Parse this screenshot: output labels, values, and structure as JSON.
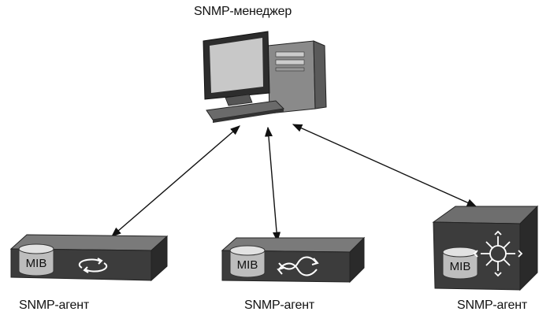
{
  "manager": {
    "label": "SNMP-менеджер"
  },
  "agents": [
    {
      "label": "SNMP-агент",
      "mib_label": "MIB",
      "device_icon": "cycle-arrows-icon"
    },
    {
      "label": "SNMP-агент",
      "mib_label": "MIB",
      "device_icon": "interlocked-arrows-icon"
    },
    {
      "label": "SNMP-агент",
      "mib_label": "MIB",
      "device_icon": "router-arrows-icon"
    }
  ],
  "colors": {
    "device_dark": "#3c3c3c",
    "device_top": "#6e6e6e",
    "mib_cylinder": "#bdbdbd",
    "connector": "#111111"
  }
}
